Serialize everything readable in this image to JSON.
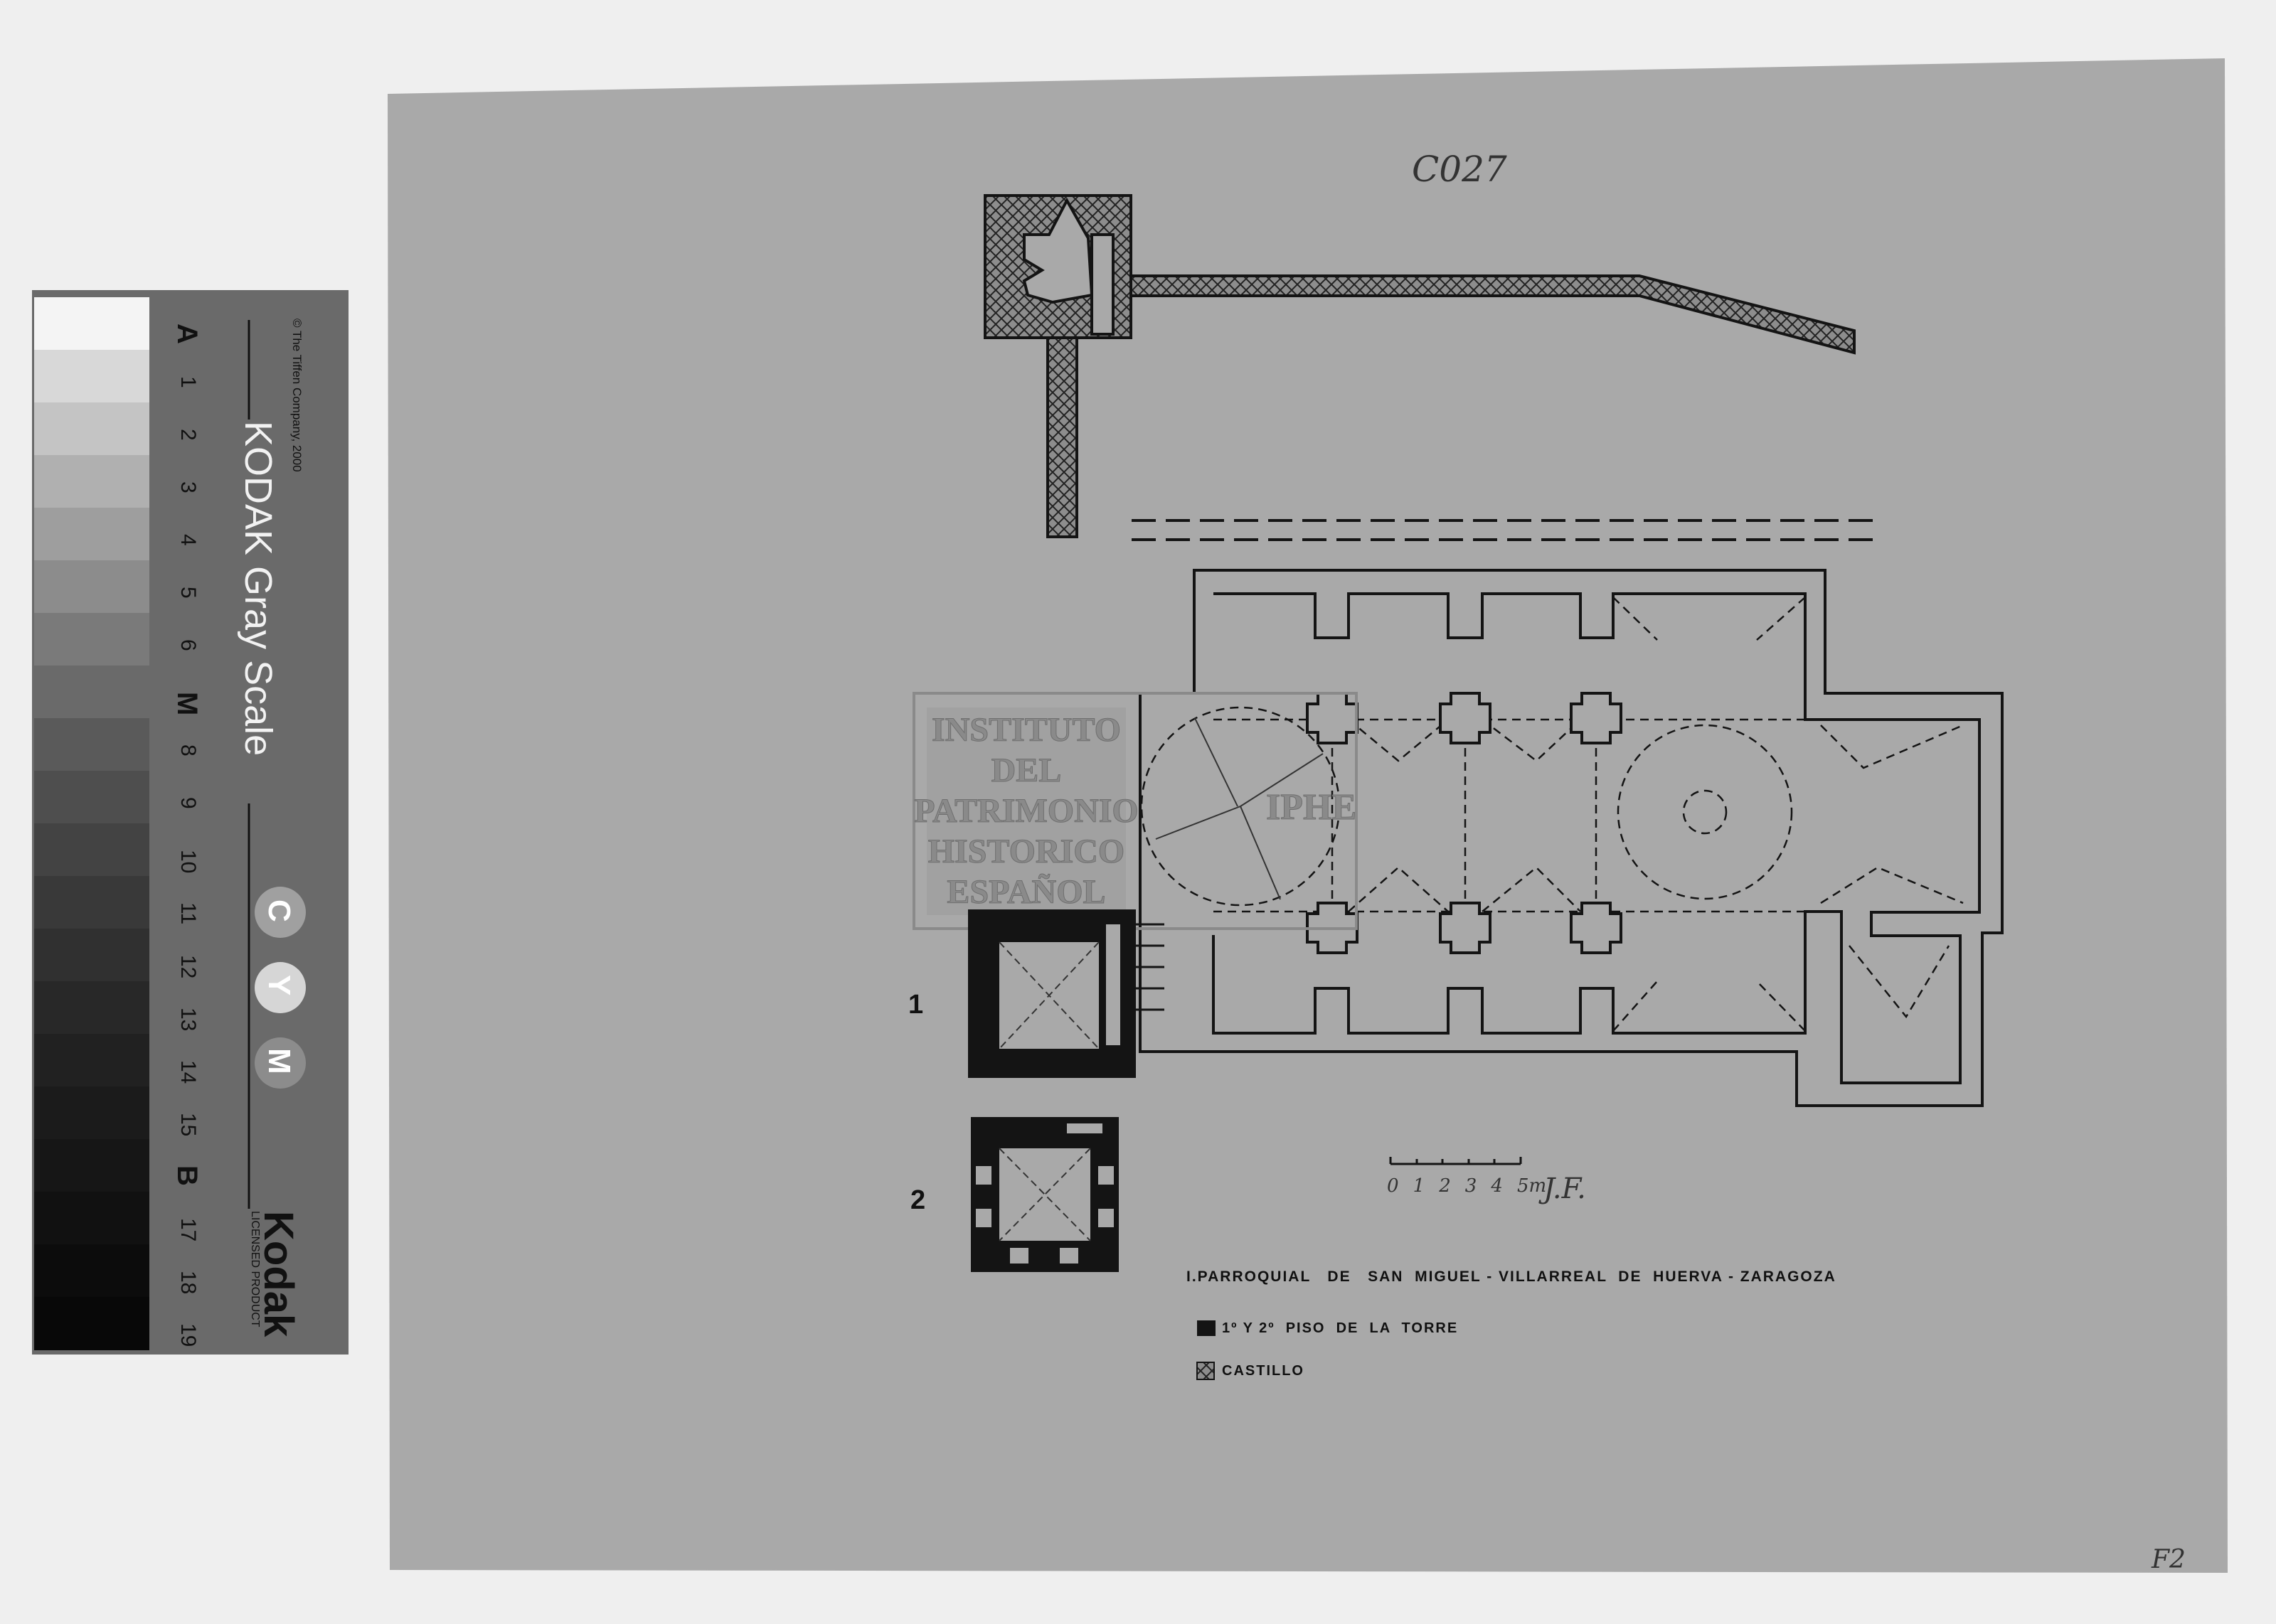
{
  "archive_mark": "C027",
  "page_mark": "F2",
  "gray_scale_card": {
    "title": "KODAK Gray Scale",
    "copyright": "© The Tiffen Company, 2000",
    "brand": "Kodak",
    "licensed": "LICENSED PRODUCT",
    "cym": [
      "C",
      "Y",
      "M"
    ],
    "steps": [
      "A",
      "1",
      "2",
      "3",
      "4",
      "5",
      "6",
      "M",
      "8",
      "9",
      "10",
      "11",
      "12",
      "13",
      "14",
      "15",
      "B",
      "17",
      "18",
      "19"
    ],
    "patch_colors": [
      "#f4f4f4",
      "#d8d8d8",
      "#c4c4c4",
      "#b0b0b0",
      "#9e9e9e",
      "#8c8c8c",
      "#7a7a7a",
      "#6a6a6a",
      "#5a5a5a",
      "#4e4e4e",
      "#434343",
      "#393939",
      "#303030",
      "#282828",
      "#212121",
      "#1b1b1b",
      "#161616",
      "#111111",
      "#0c0c0c",
      "#080808"
    ]
  },
  "watermark": {
    "lines": [
      "INSTITUTO",
      "DEL",
      "PATRIMONIO",
      "HISTORICO",
      "ESPAÑOL"
    ],
    "logo": "IPHE"
  },
  "figures": {
    "plan_1_label": "1",
    "plan_2_label": "2"
  },
  "scale_bar": {
    "ticks": [
      "0",
      "1",
      "2",
      "3",
      "4",
      "5m."
    ],
    "signature": "J.F."
  },
  "title": "I.PARROQUIAL   DE   SAN  MIGUEL - VILLARREAL  DE  HUERVA - ZARAGOZA",
  "legend": [
    {
      "label": "1º Y 2º  PISO  DE  LA  TORRE",
      "pattern": "solid"
    },
    {
      "label": "CASTILLO",
      "pattern": "crosshatch"
    }
  ],
  "colors": {
    "paper": "#a9a9a9",
    "background": "#efefef",
    "ink": "#141414",
    "card": "#6a6a6a"
  }
}
